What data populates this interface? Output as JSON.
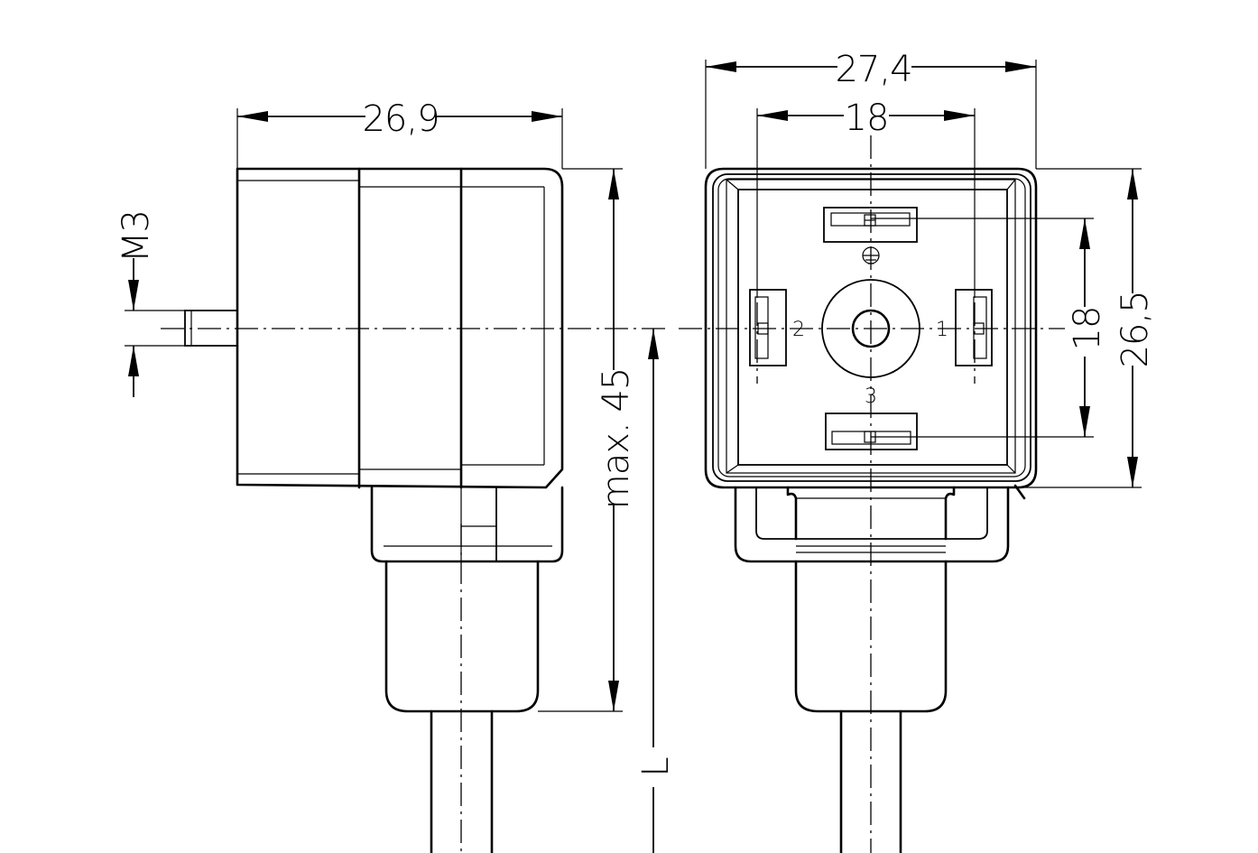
{
  "side_view": {
    "width_dim": "26,9",
    "thread_dim": "M3",
    "height_dim": "max. 45",
    "length_dim": "L"
  },
  "front_view": {
    "width_dim": "27,4",
    "pin_spacing_h": "18",
    "pin_spacing_v": "18",
    "height_dim": "26,5",
    "pin_labels": {
      "pin1": "1",
      "pin2": "2",
      "pin3": "3"
    },
    "ground_symbol": "earth-ground-icon"
  },
  "colors": {
    "line": "#000000",
    "background": "#ffffff"
  }
}
